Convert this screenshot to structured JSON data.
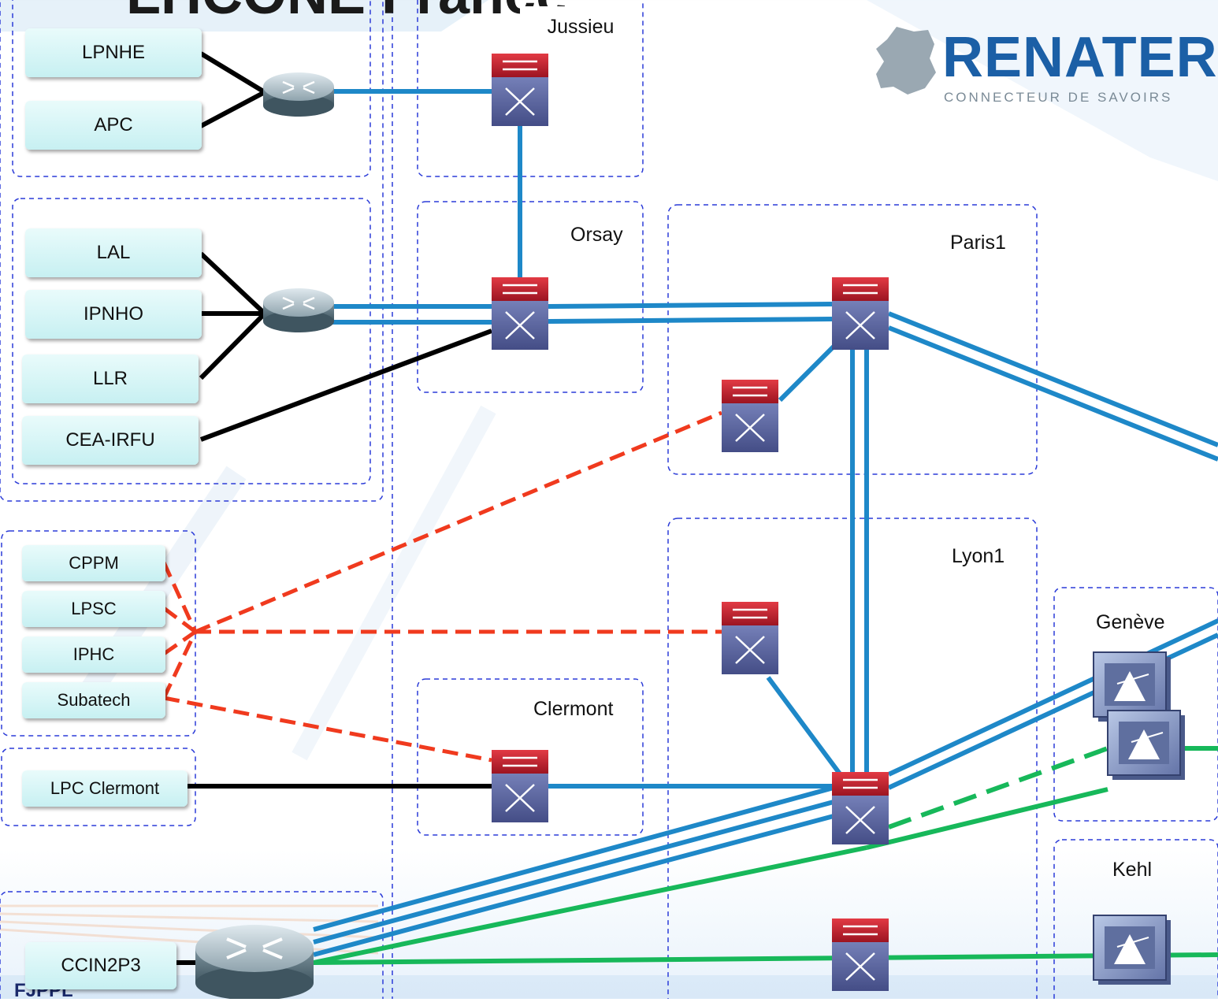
{
  "title": "LHCONE France",
  "footer": "FJPPL",
  "logo": {
    "name": "RENATER",
    "tagline": "CONNECTEUR DE SAVOIRS"
  },
  "labs": {
    "lpnhe": "LPNHE",
    "apc": "APC",
    "lal": "LAL",
    "ipnho": "IPNHO",
    "llr": "LLR",
    "cea": "CEA-IRFU",
    "cppm": "CPPM",
    "lpsc": "LPSC",
    "iphc": "IPHC",
    "subatech": "Subatech",
    "lpc": "LPC Clermont",
    "ccin2p3": "CCIN2P3"
  },
  "sites": {
    "jussieu": "Jussieu",
    "orsay": "Orsay",
    "paris1": "Paris1",
    "lyon1": "Lyon1",
    "clermont": "Clermont",
    "geneve": "Genève",
    "kehl": "Kehl"
  },
  "colors": {
    "backbone": "#1e88c8",
    "lhcone_dashed": "#f03a1e",
    "lhcopn": "#17b85a",
    "access": "#000000",
    "box_border": "#2b3bd8"
  }
}
